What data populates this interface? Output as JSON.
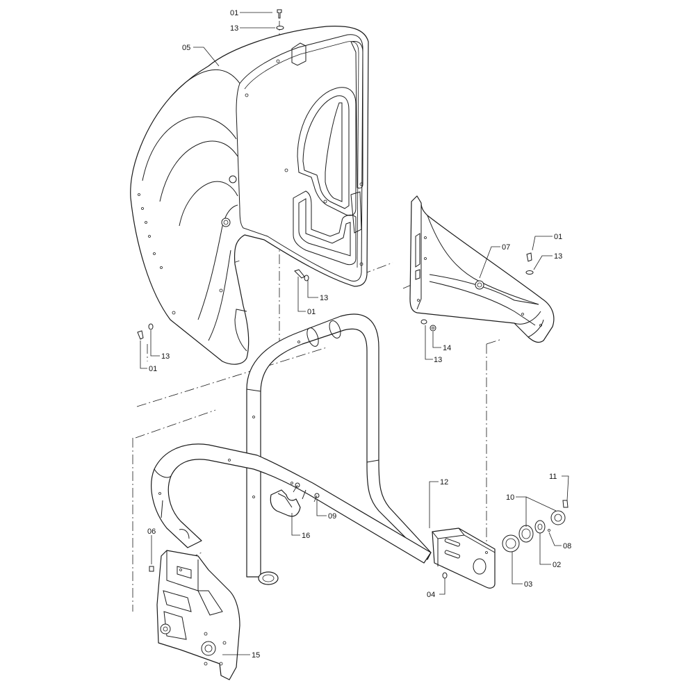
{
  "callouts": {
    "c01_top": "01",
    "c13_top": "13",
    "c05": "05",
    "c01_right": "01",
    "c07": "07",
    "c13_right": "13",
    "c13_mid": "13",
    "c01_mid": "01",
    "c14": "14",
    "c13_low": "13",
    "c13_left": "13",
    "c01_left": "01",
    "c12": "12",
    "c11": "11",
    "c10": "10",
    "c09": "09",
    "c16": "16",
    "c06": "06",
    "c08": "08",
    "c02": "02",
    "c03": "03",
    "c04": "04",
    "c15": "15"
  }
}
